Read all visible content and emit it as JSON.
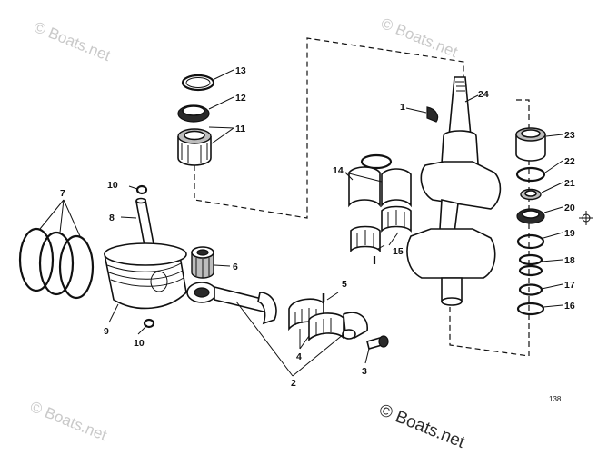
{
  "watermark": {
    "text": "© Boats.net",
    "footer_text": "© Boats.net"
  },
  "page_number": "138",
  "callouts": [
    {
      "id": "1",
      "label": "1"
    },
    {
      "id": "2",
      "label": "2"
    },
    {
      "id": "3",
      "label": "3"
    },
    {
      "id": "4",
      "label": "4"
    },
    {
      "id": "5",
      "label": "5"
    },
    {
      "id": "6",
      "label": "6"
    },
    {
      "id": "7",
      "label": "7"
    },
    {
      "id": "8",
      "label": "8"
    },
    {
      "id": "9",
      "label": "9"
    },
    {
      "id": "10a",
      "label": "10"
    },
    {
      "id": "10b",
      "label": "10"
    },
    {
      "id": "11",
      "label": "11"
    },
    {
      "id": "12",
      "label": "12"
    },
    {
      "id": "13",
      "label": "13"
    },
    {
      "id": "14",
      "label": "14"
    },
    {
      "id": "15",
      "label": "15"
    },
    {
      "id": "16",
      "label": "16"
    },
    {
      "id": "17",
      "label": "17"
    },
    {
      "id": "18",
      "label": "18"
    },
    {
      "id": "19",
      "label": "19"
    },
    {
      "id": "20",
      "label": "20"
    },
    {
      "id": "21",
      "label": "21"
    },
    {
      "id": "22",
      "label": "22"
    },
    {
      "id": "23",
      "label": "23"
    },
    {
      "id": "24",
      "label": "24"
    }
  ]
}
